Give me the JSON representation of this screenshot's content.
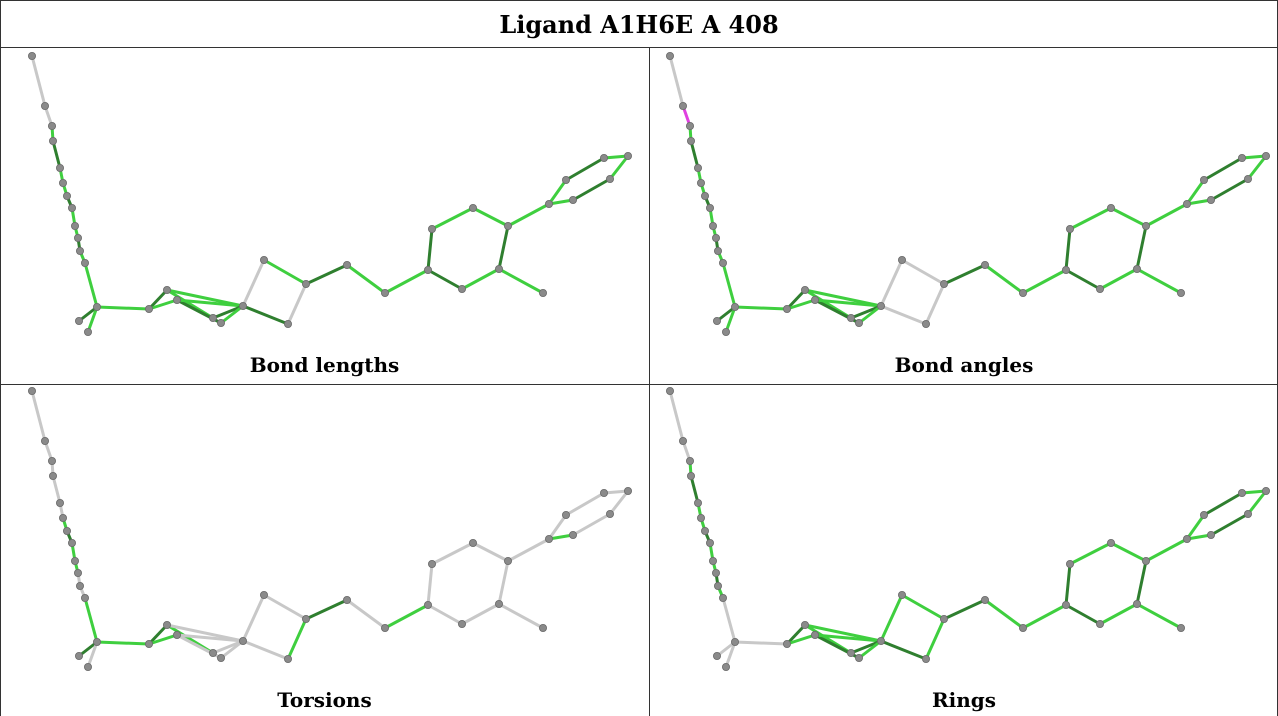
{
  "title": "Ligand A1H6E A 408",
  "panels": [
    {
      "caption": "Bond lengths",
      "color_scheme": "bond-lengths"
    },
    {
      "caption": "Bond angles",
      "color_scheme": "bond-angles"
    },
    {
      "caption": "Torsions",
      "color_scheme": "torsions"
    },
    {
      "caption": "Rings",
      "color_scheme": "rings"
    }
  ],
  "colors": {
    "ok": "#3fcf3f",
    "ok_dark": "#2f7f2f",
    "outlier": "#e040e0",
    "neutral": "#c8c8c8",
    "atom": "#8a8a8a"
  }
}
